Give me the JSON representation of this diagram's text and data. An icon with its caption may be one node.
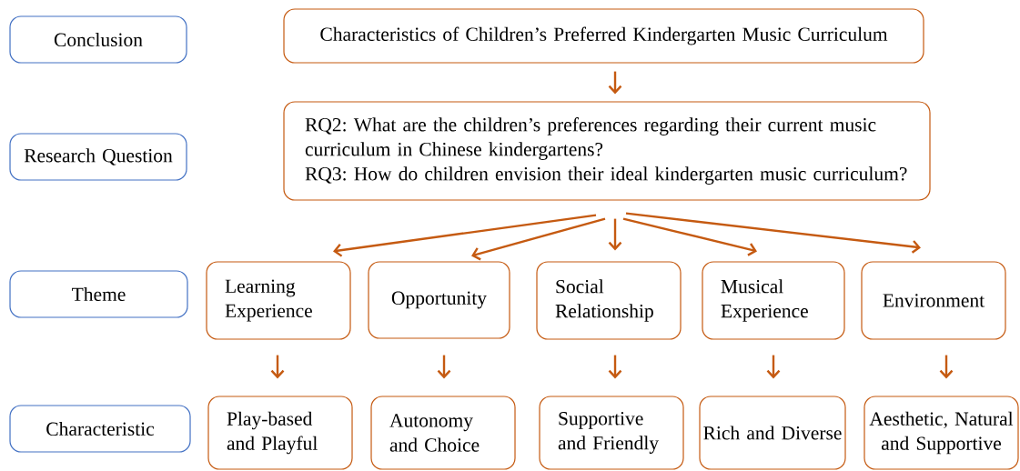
{
  "diagram": {
    "nodes": [
      {
        "text": [
          "Conclusion"
        ]
      },
      {
        "text": [
          "Research Question"
        ]
      },
      {
        "text": [
          "Theme"
        ]
      },
      {
        "text": [
          "Characteristic"
        ]
      },
      {
        "text": [
          "Characteristics of Children’s Preferred Kindergarten Music Curriculum"
        ]
      },
      {
        "text": [
          "RQ2: What are the children’s preferences regarding their current music curriculum in Chinese kindergartens?",
          "RQ3: How do children envision their ideal kindergarten music curriculum?"
        ]
      },
      {
        "text": [
          "Learning Experience"
        ]
      },
      {
        "text": [
          "Opportunity"
        ]
      },
      {
        "text": [
          "Social Relationship"
        ]
      },
      {
        "text": [
          "Musical Experience"
        ]
      },
      {
        "text": [
          "Environment"
        ]
      },
      {
        "text": [
          "Play-based and Playful"
        ]
      },
      {
        "text": [
          "Autonomy and Choice"
        ]
      },
      {
        "text": [
          "Supportive and Friendly"
        ]
      },
      {
        "text": [
          "Rich and Diverse"
        ]
      },
      {
        "text": [
          "Aesthetic, Natural and Supportive"
        ]
      }
    ],
    "edges": [
      {
        "from": 4,
        "to": 5,
        "arrow": "to"
      },
      {
        "from": 5,
        "to": 6,
        "arrow": "to"
      },
      {
        "from": 5,
        "to": 7,
        "arrow": "to"
      },
      {
        "from": 5,
        "to": 8,
        "arrow": "to"
      },
      {
        "from": 5,
        "to": 9,
        "arrow": "to"
      },
      {
        "from": 5,
        "to": 10,
        "arrow": "to"
      },
      {
        "from": 6,
        "to": 11,
        "arrow": "to"
      },
      {
        "from": 7,
        "to": 12,
        "arrow": "to"
      },
      {
        "from": 8,
        "to": 13,
        "arrow": "to"
      },
      {
        "from": 9,
        "to": 14,
        "arrow": "to"
      },
      {
        "from": 10,
        "to": 15,
        "arrow": "to"
      }
    ]
  }
}
